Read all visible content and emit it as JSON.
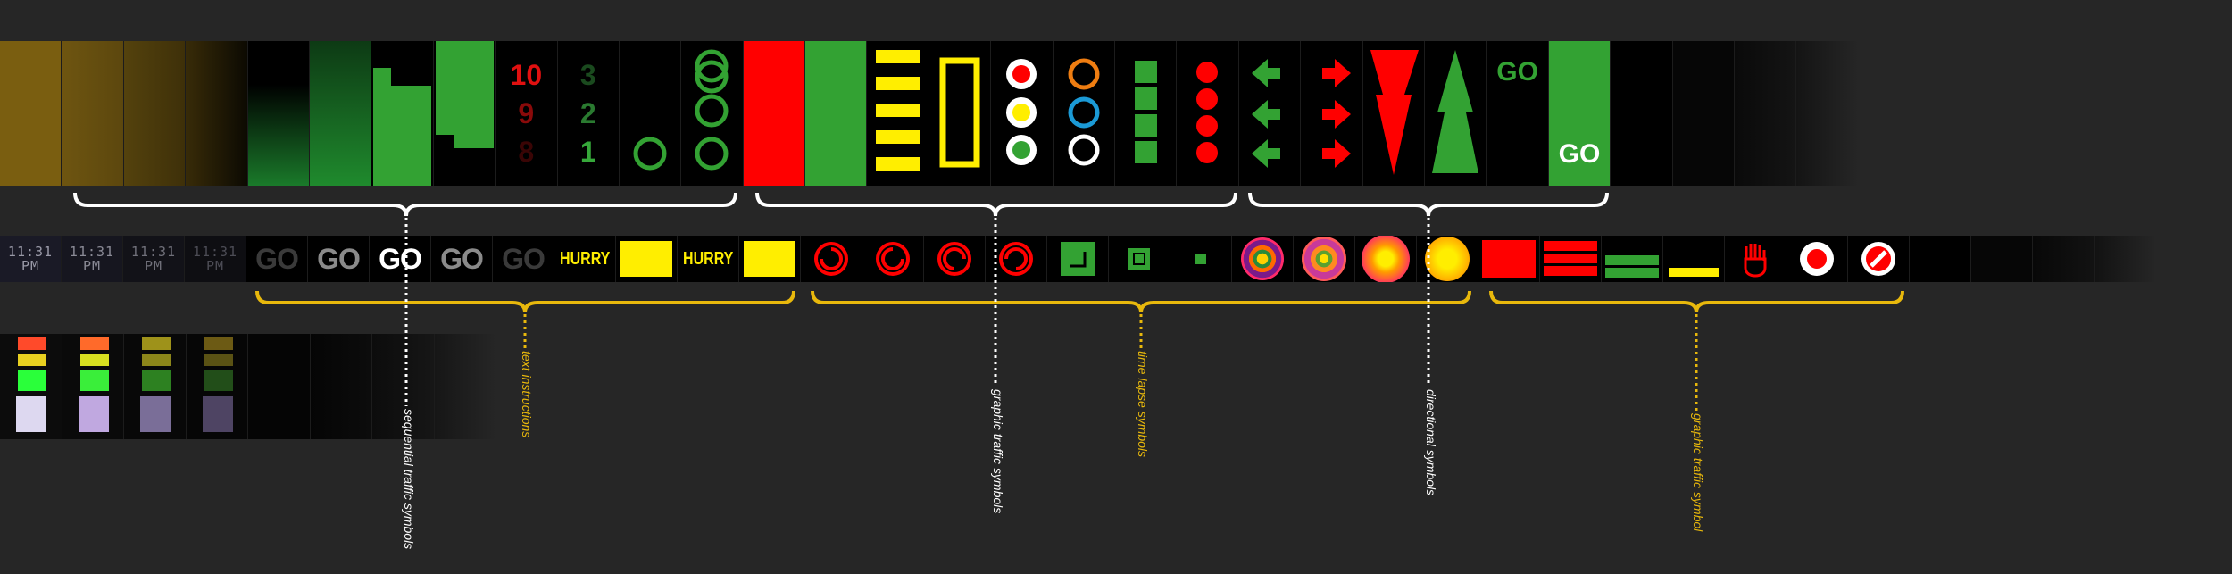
{
  "top_strip": {
    "countdown_top": [
      "10",
      "9",
      "8"
    ],
    "countdown_green": [
      "3",
      "2",
      "1"
    ],
    "go_small": "GO",
    "go_large": "GO"
  },
  "mid_strip": {
    "clock_time": "11:31",
    "clock_period": "PM",
    "go_text": "GO",
    "hurry_text": "HURRY"
  },
  "labels": {
    "sequential": "sequential traffic symbols",
    "text_instructions": "text instructions",
    "graphic_traffic": "graphic traffic symbols",
    "time_lapse": "time lapse symbols",
    "directional": "directional symbols",
    "graphic_traffic_symbol": "graphic traffic symbol"
  },
  "colors": {
    "background": "#262626",
    "red": "#ff0000",
    "green": "#33a233",
    "yellow": "#ffee00",
    "orange": "#ef7d11",
    "blue": "#1b9ad6",
    "bracket_white": "#ffffff",
    "bracket_gold": "#e8b80c"
  }
}
